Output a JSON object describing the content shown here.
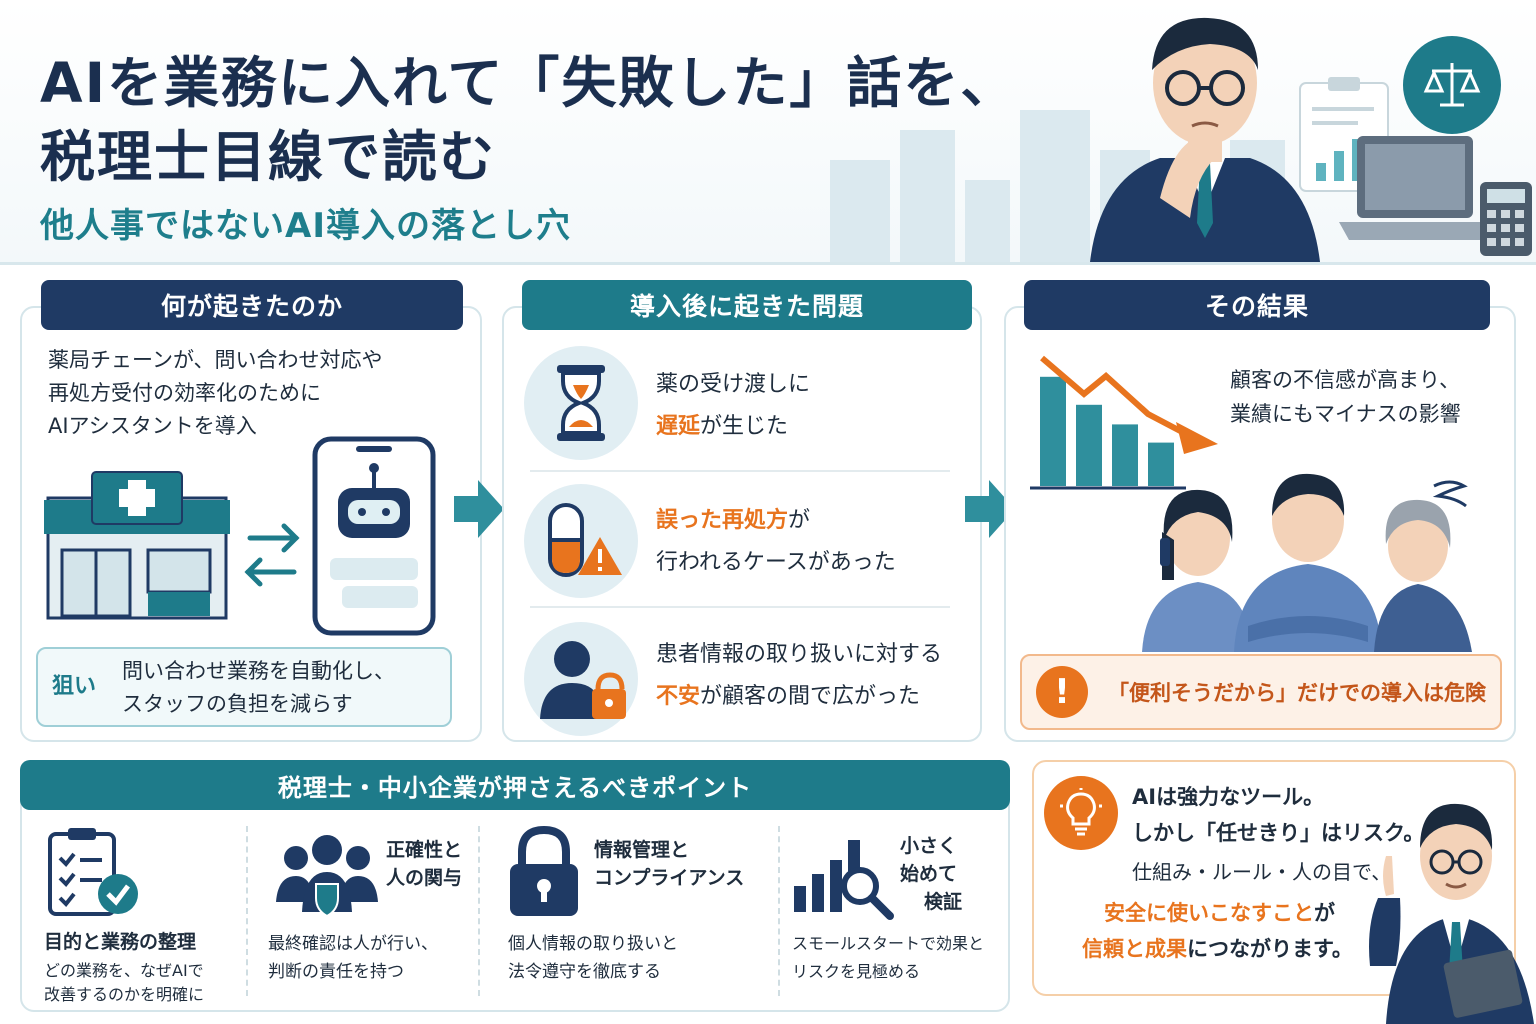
{
  "header": {
    "title_line1": "AIを業務に入れて「失敗した」話を、",
    "title_line2": "税理士目線で読む",
    "subtitle": "他人事ではないAI導入の落とし穴"
  },
  "panel1": {
    "heading": "何が起きたのか",
    "lines": [
      "薬局チェーンが、問い合わせ対応や",
      "再処方受付の効率化のために",
      "AIアシスタントを導入"
    ],
    "aim_label": "狙い",
    "aim_lines": [
      "問い合わせ業務を自動化し、",
      "スタッフの負担を減らす"
    ]
  },
  "panel2": {
    "heading": "導入後に起きた問題",
    "item1": {
      "line1": "薬の受け渡しに",
      "highlight": "遅延",
      "rest": "が生じた"
    },
    "item2": {
      "highlight": "誤った再処方",
      "rest1": "が",
      "line2": "行われるケースがあった"
    },
    "item3": {
      "line1": "患者情報の取り扱いに対する",
      "highlight": "不安",
      "rest": "が顧客の間で広がった"
    }
  },
  "panel3": {
    "heading": "その結果",
    "lines": [
      "顧客の不信感が高まり、",
      "業績にもマイナスの影響"
    ],
    "warning": "「便利そうだから」だけでの導入は危険",
    "chart_bars": [
      0.78,
      0.58,
      0.44,
      0.31
    ]
  },
  "points": {
    "heading": "税理士・中小企業が押さえるべきポイント",
    "items": [
      {
        "title": "目的と業務の整理",
        "desc": [
          "どの業務を、なぜAIで",
          "改善するのかを明確に"
        ]
      },
      {
        "title_lines": [
          "正確性と",
          "人の関与"
        ],
        "desc": [
          "最終確認は人が行い、",
          "判断の責任を持つ"
        ]
      },
      {
        "title_lines": [
          "情報管理と",
          "コンプライアンス"
        ],
        "desc": [
          "個人情報の取り扱いと",
          "法令遵守を徹底する"
        ]
      },
      {
        "title_lines": [
          "小さく",
          "始めて",
          "検証"
        ],
        "desc": [
          "スモールスタートで効果と",
          "リスクを見極める"
        ]
      }
    ]
  },
  "message": {
    "line1": "AIは強力なツール。",
    "line2": "しかし「任せきり」はリスク。",
    "line3": "仕組み・ルール・人の目で、",
    "line4_highlight": "安全に使いこなすこと",
    "line4_rest": "が",
    "line5_highlight": "信頼と成果",
    "line5_rest": "につながります。"
  },
  "colors": {
    "navy": "#1f3a64",
    "teal": "#1e7b8a",
    "orange": "#e8741e"
  }
}
